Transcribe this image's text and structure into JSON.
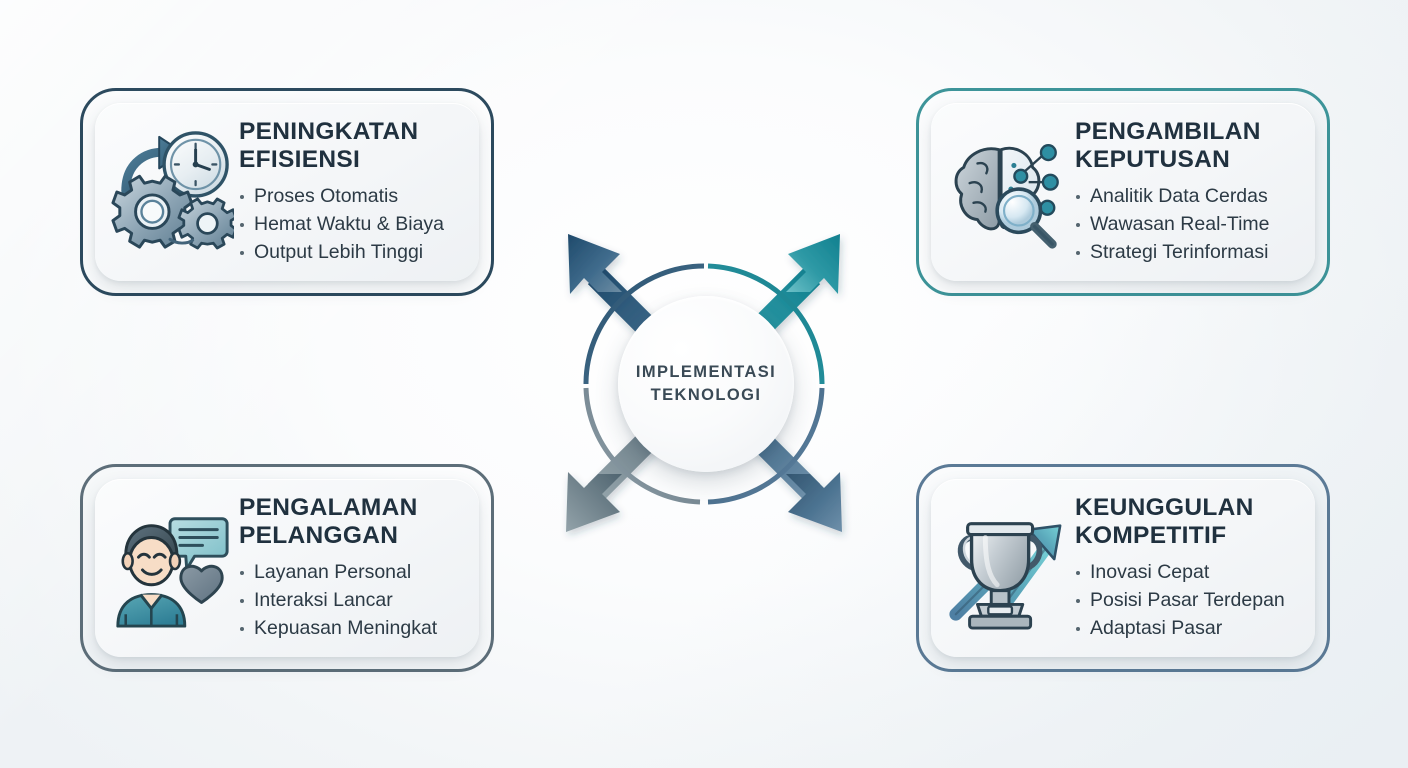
{
  "center": {
    "line1": "IMPLEMENTASI",
    "line2": "TEKNOLOGI"
  },
  "colors": {
    "hub_text": "#3a4a56",
    "card_title": "#20313f",
    "bullet_text": "#2c3a45",
    "border_top_left": "#2c4a5e",
    "border_top_right": "#3d9499",
    "border_bottom_left": "#5d6e79",
    "border_bottom_right": "#5b7a96",
    "arrow_top_left": "#2c5madeup",
    "arrow_top_left_hex": "#2d5a7d",
    "arrow_top_right": "#219ba4",
    "arrow_bottom_left": "#64757e",
    "arrow_bottom_right": "#4a6f92",
    "background": "#ffffff"
  },
  "cards": [
    {
      "id": "peningkatan-efisiensi",
      "position": "top-left",
      "icon": "gears-clock-icon",
      "title": "PENINGKATAN\nEFISIENSI",
      "bullets": [
        "Proses Otomatis",
        "Hemat Waktu & Biaya",
        "Output Lebih Tinggi"
      ]
    },
    {
      "id": "pengambilan-keputusan",
      "position": "top-right",
      "icon": "brain-analytics-icon",
      "title": "PENGAMBILAN\nKEPUTUSAN",
      "bullets": [
        "Analitik Data Cerdas",
        "Wawasan Real-Time",
        "Strategi Terinformasi"
      ]
    },
    {
      "id": "pengalaman-pelanggan",
      "position": "bottom-left",
      "icon": "customer-chat-heart-icon",
      "title": "PENGALAMAN\nPELANGGAN",
      "bullets": [
        "Layanan Personal",
        "Interaksi Lancar",
        "Kepuasan Meningkat"
      ]
    },
    {
      "id": "keunggulan-kompetitif",
      "position": "bottom-right",
      "icon": "trophy-growth-icon",
      "title": "KEUNGGULAN\nKOMPETITIF",
      "bullets": [
        "Inovasi Cepat",
        "Posisi Pasar Terdepan",
        "Adaptasi Pasar"
      ]
    }
  ]
}
